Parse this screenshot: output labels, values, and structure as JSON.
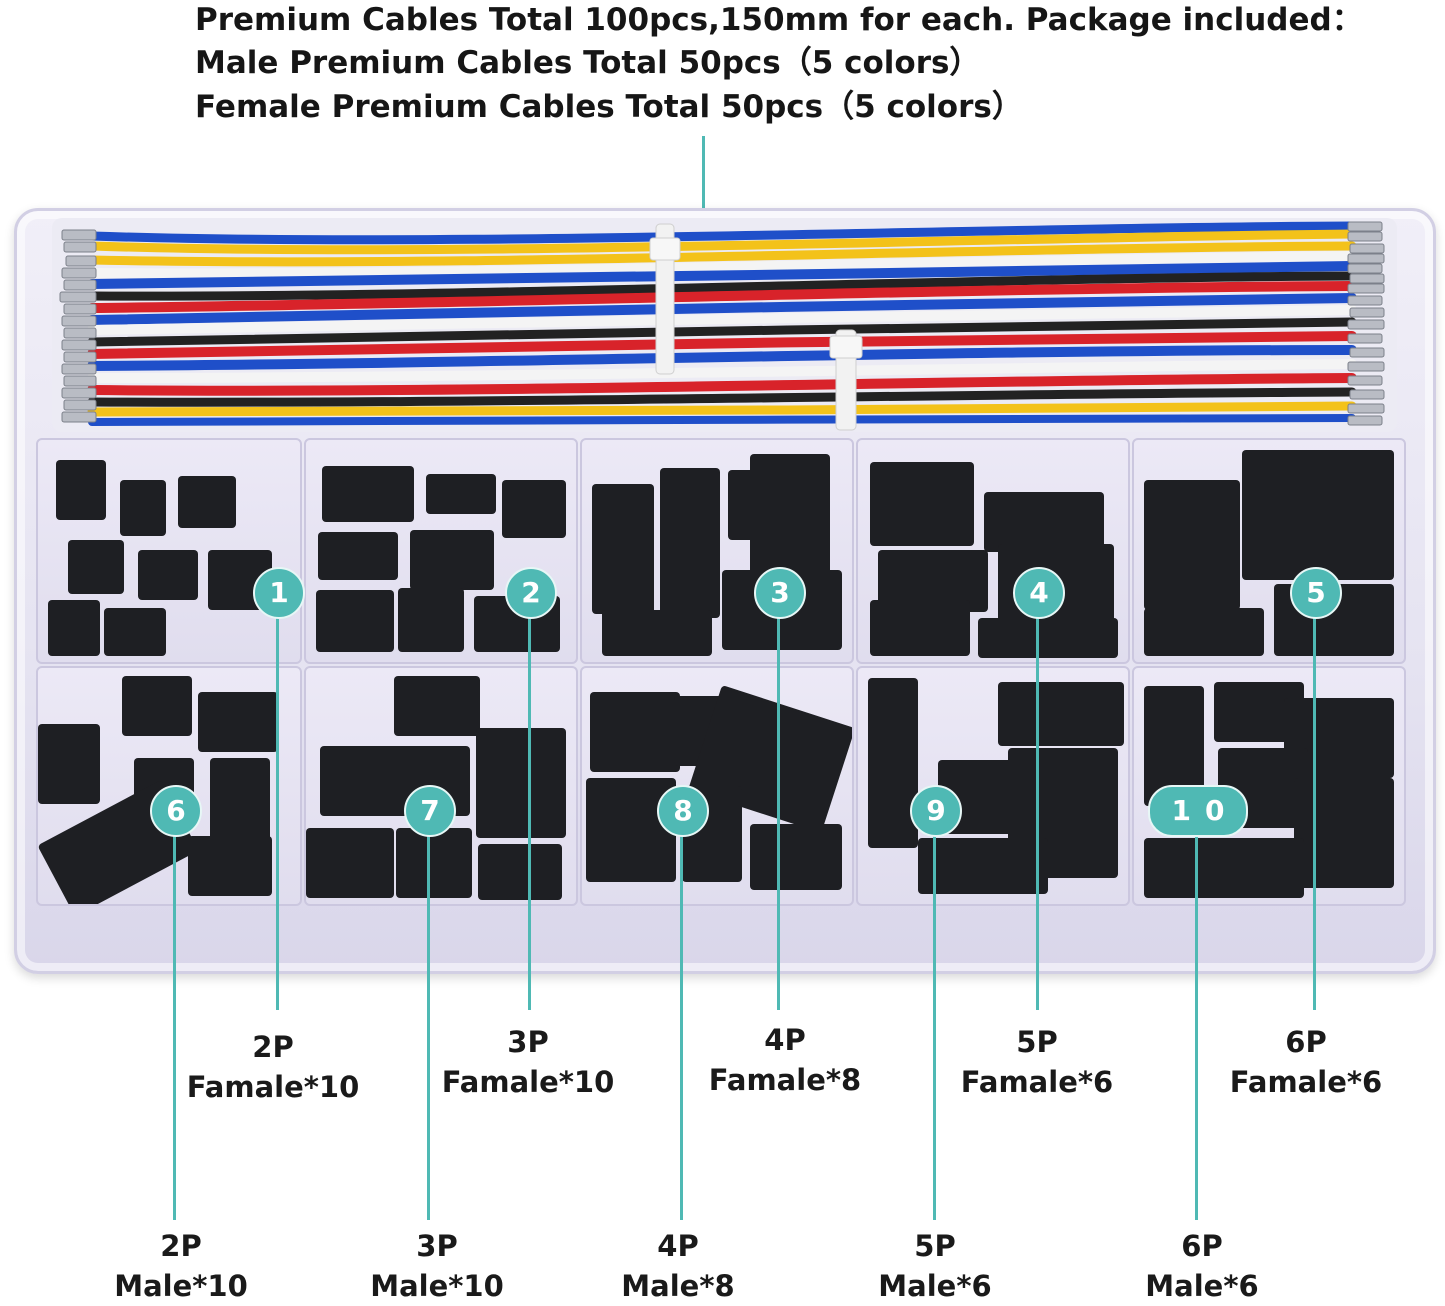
{
  "header": {
    "line1": "Premium Cables Total 100pcs,150mm for each. Package included：",
    "line2": "Male Premium Cables Total 50pcs（5 colors）",
    "line3": "Female Premium Cables Total 50pcs（5 colors）"
  },
  "colors": {
    "accent": "#4fb9b4",
    "connector": "#1e1f23",
    "wire_red": "#d8232a",
    "wire_blue": "#1f4fc9",
    "wire_yellow": "#f3c21a",
    "wire_white": "#f4f4f4",
    "wire_black": "#222222"
  },
  "badges": [
    {
      "number": "1",
      "part": "2P",
      "type": "Famale*10"
    },
    {
      "number": "2",
      "part": "3P",
      "type": "Famale*10"
    },
    {
      "number": "3",
      "part": "4P",
      "type": "Famale*8"
    },
    {
      "number": "4",
      "part": "5P",
      "type": "Famale*6"
    },
    {
      "number": "5",
      "part": "6P",
      "type": "Famale*6"
    },
    {
      "number": "6",
      "part": "2P",
      "type": "Male*10"
    },
    {
      "number": "7",
      "part": "3P",
      "type": "Male*10"
    },
    {
      "number": "8",
      "part": "4P",
      "type": "Male*8"
    },
    {
      "number": "9",
      "part": "5P",
      "type": "Male*6"
    },
    {
      "number": "10",
      "part": "6P",
      "type": "Male*6"
    }
  ]
}
